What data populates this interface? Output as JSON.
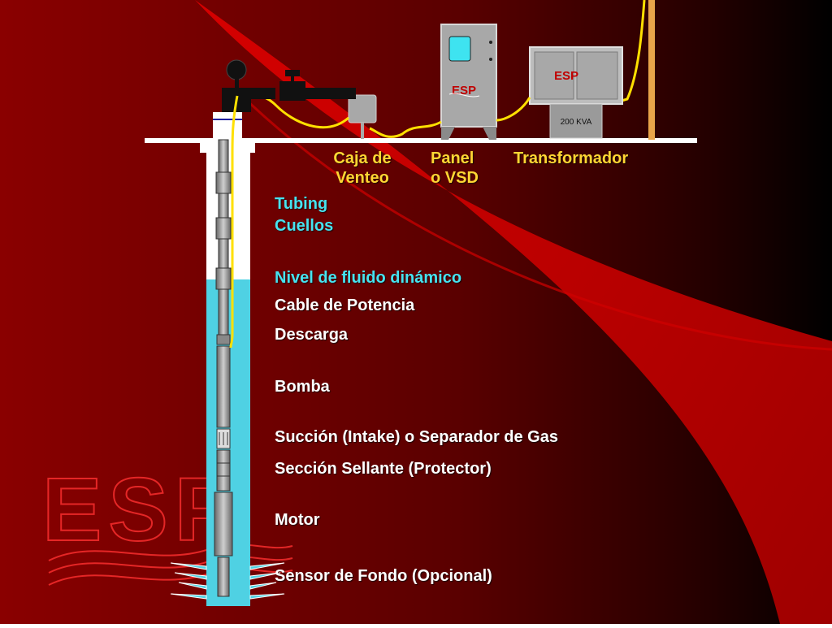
{
  "colors": {
    "bg_dark": "#7a0000",
    "bg_black": "#000000",
    "swoosh": "#c80000",
    "fluid": "#4fd1e3",
    "cable": "#ffe000",
    "equipment": "#a8a8a8",
    "label_yellow": "#ffd633",
    "label_cyan": "#46e3f0",
    "label_white": "#ffffff"
  },
  "surface_labels": {
    "vent_box": [
      "Caja de",
      "Venteo"
    ],
    "panel": [
      "Panel",
      "o VSD"
    ],
    "transformer": "Transformador"
  },
  "equipment": {
    "panel_logo": "ESP",
    "transformer_logo": "ESP",
    "transformer_rating": "200 KVA"
  },
  "downhole_labels": {
    "tubing": "Tubing",
    "collars": "Cuellos",
    "fluid_level": "Nivel de fluido dinámico",
    "power_cable": "Cable de Potencia",
    "discharge": "Descarga",
    "pump": "Bomba",
    "intake": "Succión (Intake) o Separador de Gas",
    "seal": "Sección Sellante (Protector)",
    "motor": "Motor",
    "sensor": "Sensor de Fondo (Opcional)"
  },
  "watermark": "ESP"
}
